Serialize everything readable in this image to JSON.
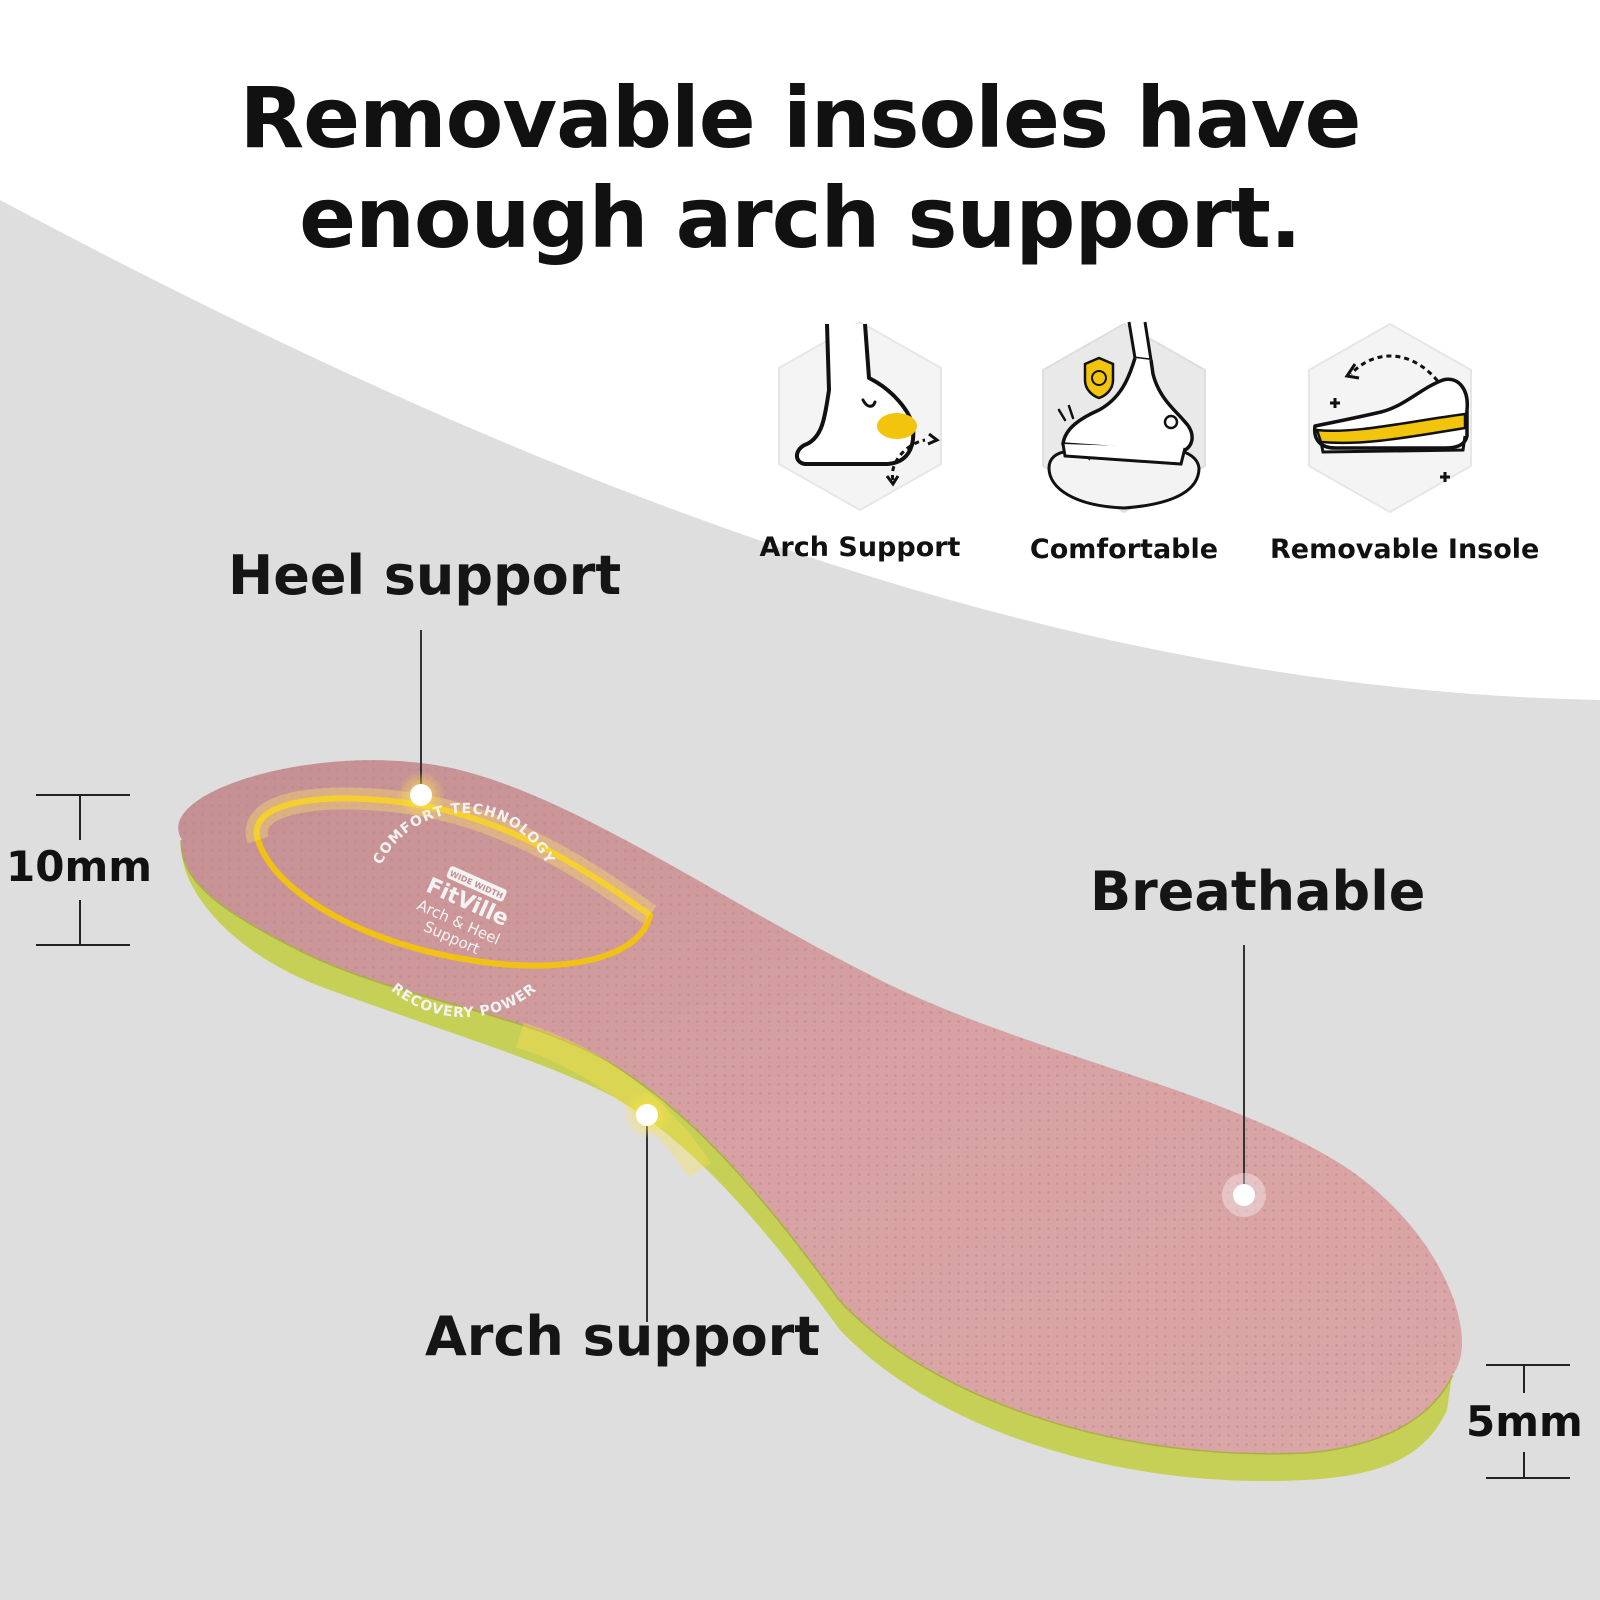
{
  "headline": {
    "line1": "Removable insoles have",
    "line2": "enough arch support."
  },
  "features": [
    {
      "label": "Arch Support",
      "icon": "foot-arch-icon"
    },
    {
      "label": "Comfortable",
      "icon": "cushioned-shoe-icon"
    },
    {
      "label": "Removable Insole",
      "icon": "insole-removal-icon"
    }
  ],
  "callouts": {
    "heel": "Heel support",
    "breathable": "Breathable",
    "arch": "Arch support"
  },
  "dimensions": {
    "heel_thickness": "10mm",
    "forefoot_thickness": "5mm"
  },
  "insole_print": {
    "line_top": "COMFORT TECHNOLOGY",
    "badge": "WIDE WIDTH",
    "brand": "FitVille",
    "desc_1": "Arch & Heel",
    "desc_2": "Support",
    "line_bottom": "RECOVERY POWER"
  },
  "colors": {
    "insole_top": "#d59e9e",
    "insole_foam": "#c8d254",
    "highlight": "#f2c40c",
    "background_light": "#ffffff",
    "background_gray": "#dedede"
  }
}
